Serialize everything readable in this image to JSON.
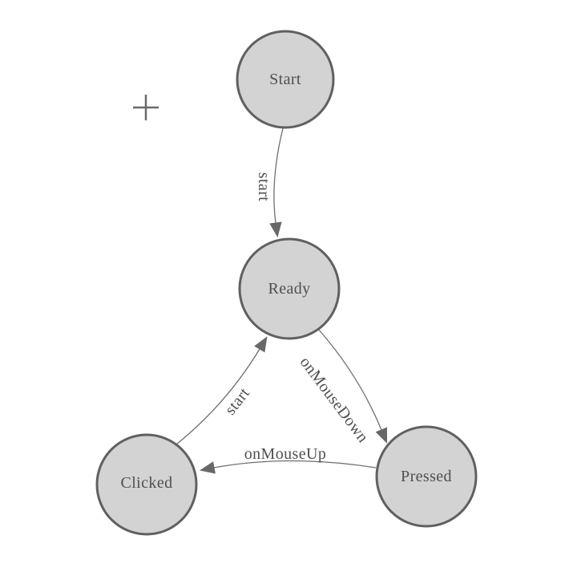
{
  "diagram": {
    "type": "state-machine",
    "nodes": [
      {
        "id": "start",
        "label": "Start"
      },
      {
        "id": "ready",
        "label": "Ready"
      },
      {
        "id": "clicked",
        "label": "Clicked"
      },
      {
        "id": "pressed",
        "label": "Pressed"
      }
    ],
    "edges": [
      {
        "from": "Start",
        "to": "Ready",
        "label": "start"
      },
      {
        "from": "Ready",
        "to": "Pressed",
        "label": "onMouseDown"
      },
      {
        "from": "Clicked",
        "to": "Ready",
        "label": "start"
      },
      {
        "from": "Pressed",
        "to": "Clicked",
        "label": "onMouseUp"
      }
    ],
    "icons": {
      "crosshair": "plus-cross"
    },
    "colors": {
      "background": "#ffffff",
      "node_fill": "#d3d3d3",
      "node_stroke": "#606060",
      "edge_stroke": "#6e6e6e",
      "arrow_fill": "#686868",
      "text": "#4f4f4f",
      "crosshair": "#6a6a6a"
    }
  }
}
